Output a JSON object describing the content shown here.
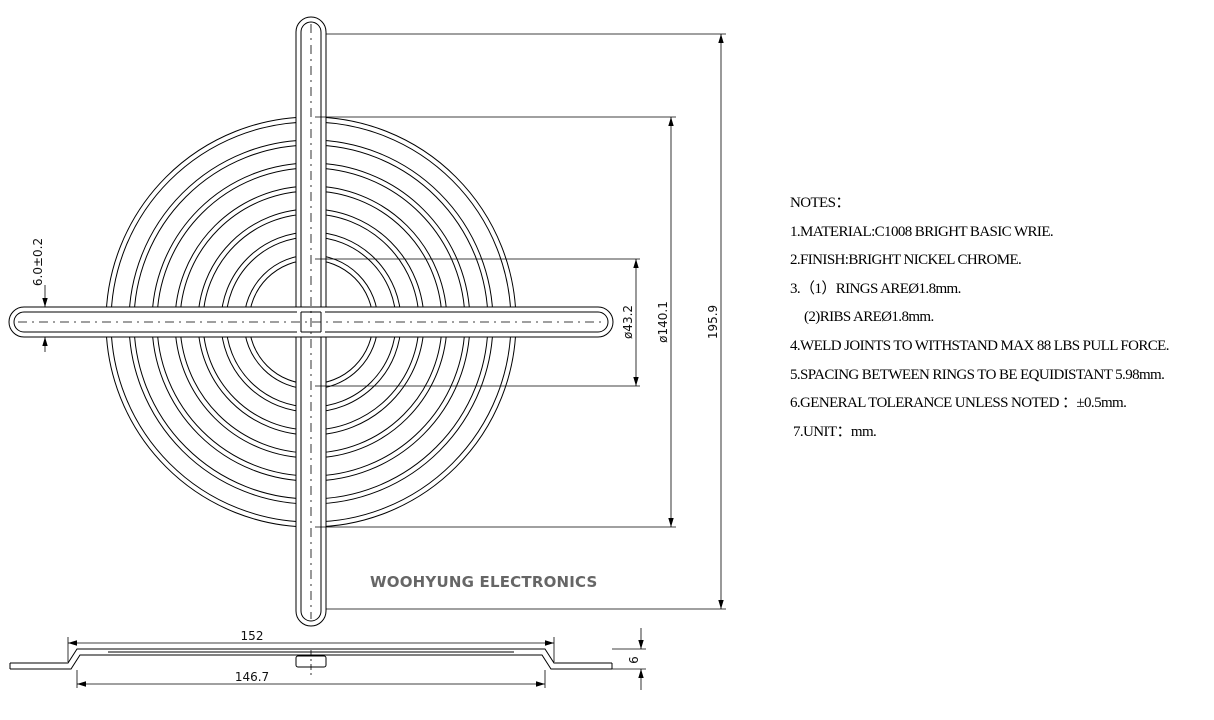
{
  "brand": {
    "company": "WOOHYUNG ELECTRONICS"
  },
  "dimensions": {
    "rib_width": "6.0±0.2",
    "inner_ring": "ø43.2",
    "outer_ring": "ø140.1",
    "overall": "195.9",
    "side_outer_width": "152",
    "side_inner_width": "146.7",
    "side_height": "6"
  },
  "notes": {
    "title": "NOTES：",
    "items": [
      "1.MATERIAL:C1008 BRIGHT BASIC WRIE.",
      "2.FINISH:BRIGHT NICKEL CHROME.",
      "3.（1）RINGS AREØ1.8mm.",
      "(2)RIBS AREØ1.8mm.",
      "4.WELD JOINTS TO WITHSTAND MAX 88 LBS PULL FORCE.",
      "5.SPACING BETWEEN RINGS TO BE EQUIDISTANT 5.98mm.",
      "6.GENERAL TOLERANCE UNLESS NOTED ：±0.5mm.",
      "7.UNIT：mm."
    ]
  }
}
